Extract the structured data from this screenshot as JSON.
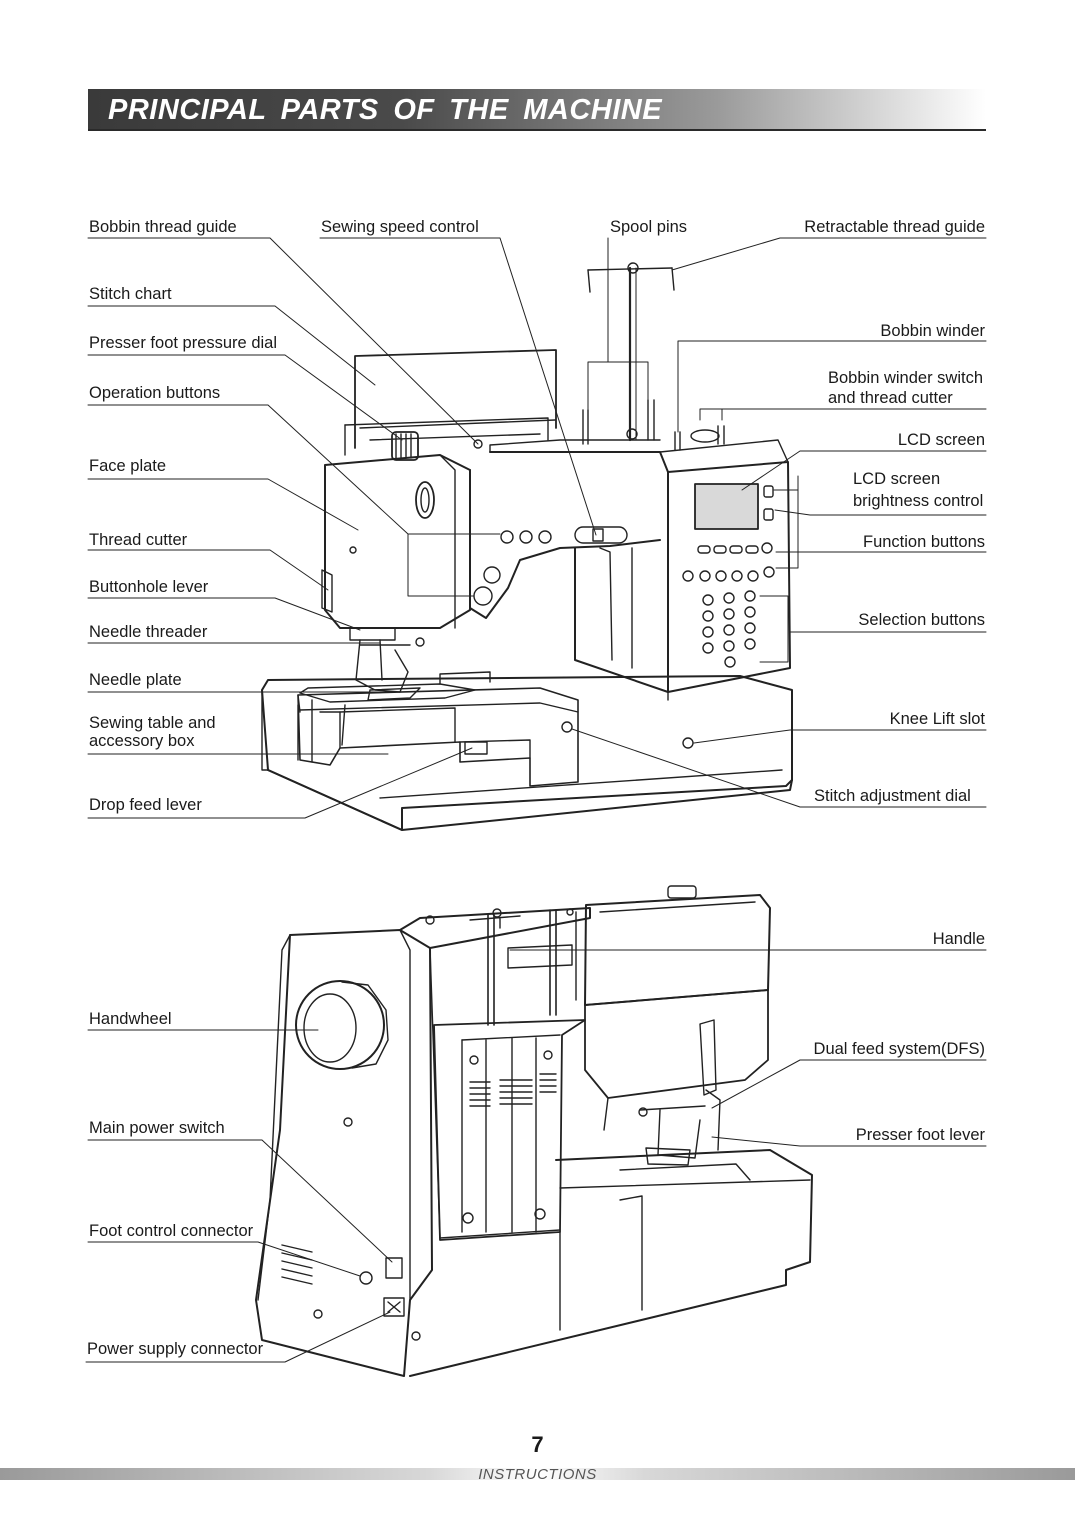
{
  "header": {
    "title": "PRINCIPAL  PARTS  OF  THE  MACHINE"
  },
  "front_labels": {
    "bobbin_thread_guide": "Bobbin thread guide",
    "sewing_speed_control": "Sewing speed control",
    "spool_pins": "Spool pins",
    "retractable_thread_guide": "Retractable thread guide",
    "stitch_chart": "Stitch chart",
    "bobbin_winder": "Bobbin winder",
    "presser_foot_pressure_dial": "Presser foot pressure dial",
    "bobbin_winder_switch_1": "Bobbin winder switch",
    "bobbin_winder_switch_2": "and thread cutter",
    "operation_buttons": "Operation buttons",
    "lcd_screen": "LCD screen",
    "face_plate": "Face plate",
    "lcd_brightness_1": "LCD screen",
    "lcd_brightness_2": "brightness control",
    "thread_cutter": "Thread cutter",
    "function_buttons": "Function buttons",
    "buttonhole_lever": "Buttonhole lever",
    "selection_buttons": "Selection buttons",
    "needle_threader": "Needle threader",
    "needle_plate": "Needle plate",
    "sewing_table_1": "Sewing table and",
    "sewing_table_2": "accessory box",
    "knee_lift_slot": "Knee Lift slot",
    "drop_feed_lever": "Drop feed lever",
    "stitch_adjustment_dial": "Stitch adjustment dial"
  },
  "back_labels": {
    "handle": "Handle",
    "handwheel": "Handwheel",
    "dual_feed_system": "Dual feed system(DFS)",
    "main_power_switch": "Main power switch",
    "presser_foot_lever": "Presser foot lever",
    "foot_control_connector": "Foot control connector",
    "power_supply_connector": "Power supply connector"
  },
  "footer": {
    "page_number": "7",
    "section": "INSTRUCTIONS"
  }
}
